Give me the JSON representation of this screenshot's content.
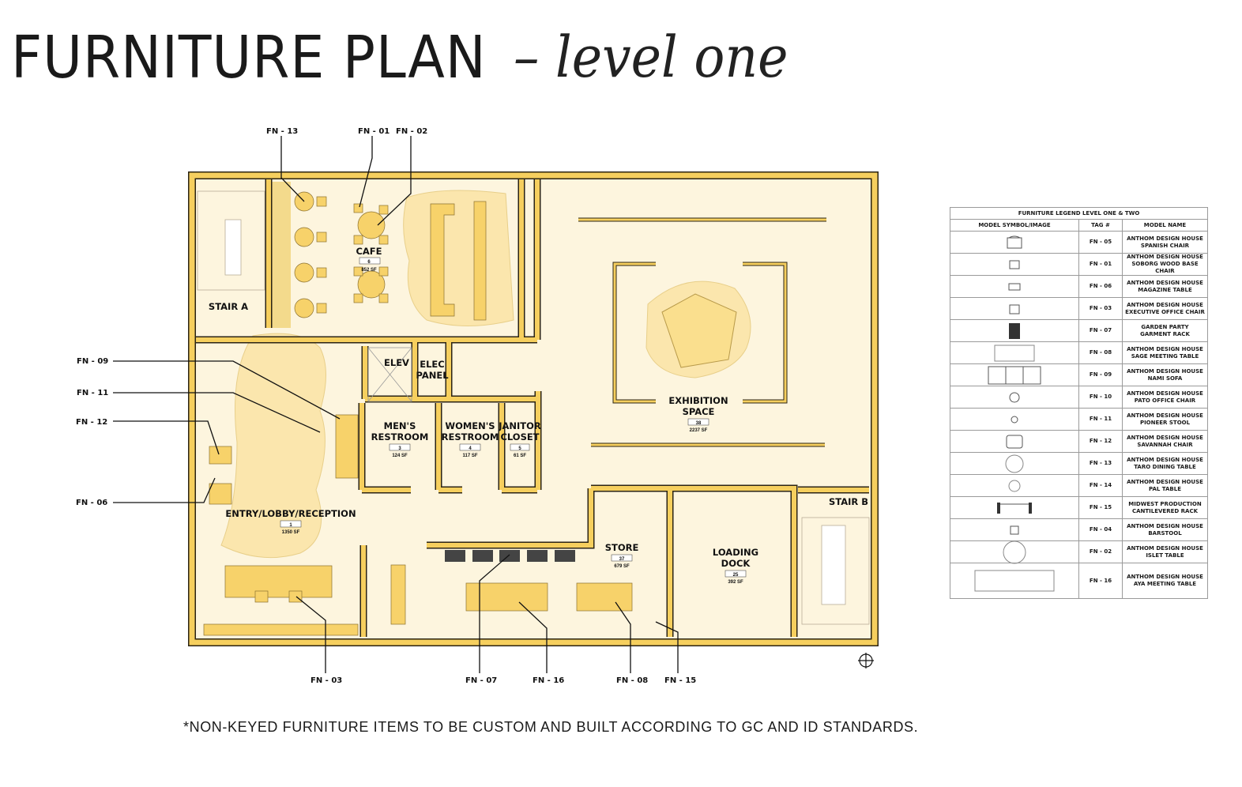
{
  "header": {
    "title": "FURNITURE PLAN",
    "subtitle": "– level one"
  },
  "footnote": "*NON-KEYED FURNITURE ITEMS TO BE CUSTOM AND BUILT ACCORDING TO GC AND ID STANDARDS.",
  "colors": {
    "wall": "#f6cf5e",
    "wall_outline": "#2b2414",
    "floor": "#fdf5de",
    "rug": "#fbe6ad",
    "furniture": "#f7d26a"
  },
  "rooms": {
    "stair_a": {
      "name": "STAIR A"
    },
    "stair_b": {
      "name": "STAIR B"
    },
    "cafe": {
      "name": "CAFE",
      "tag": "6",
      "area": "852 SF"
    },
    "elev": {
      "name": "ELEV"
    },
    "elec": {
      "name1": "ELEC",
      "name2": "PANEL"
    },
    "mens": {
      "name1": "MEN'S",
      "name2": "RESTROOM",
      "tag": "3",
      "area": "124 SF"
    },
    "womens": {
      "name1": "WOMEN'S",
      "name2": "RESTROOM",
      "tag": "4",
      "area": "117 SF"
    },
    "janitor": {
      "name1": "JANITOR",
      "name2": "CLOSET",
      "tag": "5",
      "area": "61 SF"
    },
    "exhibition": {
      "name1": "EXHIBITION",
      "name2": "SPACE",
      "tag": "38",
      "area": "2237 SF"
    },
    "entry": {
      "name": "ENTRY/LOBBY/RECEPTION",
      "tag": "1",
      "area": "1350 SF"
    },
    "store": {
      "name": "STORE",
      "tag": "37",
      "area": "679 SF"
    },
    "loading": {
      "name1": "LOADING",
      "name2": "DOCK",
      "tag": "25",
      "area": "392 SF"
    }
  },
  "callouts": {
    "fn13": "FN - 13",
    "fn01": "FN - 01",
    "fn02": "FN - 02",
    "fn09": "FN - 09",
    "fn11": "FN - 11",
    "fn12": "FN - 12",
    "fn06": "FN - 06",
    "fn03": "FN - 03",
    "fn07": "FN - 07",
    "fn16": "FN - 16",
    "fn08": "FN - 08",
    "fn15": "FN - 15"
  },
  "legend": {
    "title": "FURNITURE LEGEND LEVEL ONE & TWO",
    "headers": [
      "MODEL SYMBOL/IMAGE",
      "TAG #",
      "MODEL NAME"
    ],
    "rows": [
      {
        "symbol": "armchair-icon",
        "tag": "FN - 05",
        "name1": "ANTHOM DESIGN HOUSE",
        "name2": "SPANISH CHAIR"
      },
      {
        "symbol": "chair-icon",
        "tag": "FN - 01",
        "name1": "ANTHOM DESIGN HOUSE",
        "name2": "SOBORG WOOD BASE CHAIR"
      },
      {
        "symbol": "magazine-table-icon",
        "tag": "FN - 06",
        "name1": "ANTHOM DESIGN HOUSE",
        "name2": "MAGAZINE TABLE"
      },
      {
        "symbol": "office-chair-icon",
        "tag": "FN - 03",
        "name1": "ANTHOM DESIGN HOUSE",
        "name2": "EXECUTIVE OFFICE CHAIR"
      },
      {
        "symbol": "garment-rack-icon",
        "tag": "FN - 07",
        "name1": "GARDEN PARTY",
        "name2": "GARMENT RACK"
      },
      {
        "symbol": "meeting-table-icon",
        "tag": "FN - 08",
        "name1": "ANTHOM DESIGN HOUSE",
        "name2": "SAGE MEETING TABLE"
      },
      {
        "symbol": "sofa-icon",
        "tag": "FN - 09",
        "name1": "ANTHOM DESIGN HOUSE",
        "name2": "NAMI SOFA"
      },
      {
        "symbol": "swivel-chair-icon",
        "tag": "FN - 10",
        "name1": "ANTHOM DESIGN HOUSE",
        "name2": "PATO OFFICE CHAIR"
      },
      {
        "symbol": "stool-icon",
        "tag": "FN - 11",
        "name1": "ANTHOM DESIGN HOUSE",
        "name2": "PIONEER STOOL"
      },
      {
        "symbol": "lounge-chair-icon",
        "tag": "FN - 12",
        "name1": "ANTHOM DESIGN HOUSE",
        "name2": "SAVANNAH CHAIR"
      },
      {
        "symbol": "round-table-icon",
        "tag": "FN - 13",
        "name1": "ANTHOM DESIGN HOUSE",
        "name2": "TARO DINING TABLE"
      },
      {
        "symbol": "small-round-table-icon",
        "tag": "FN - 14",
        "name1": "ANTHOM DESIGN HOUSE",
        "name2": "PAL TABLE"
      },
      {
        "symbol": "cantilever-rack-icon",
        "tag": "FN - 15",
        "name1": "MIDWEST PRODUCTION",
        "name2": "CANTILEVERED RACK"
      },
      {
        "symbol": "barstool-icon",
        "tag": "FN - 04",
        "name1": "ANTHOM DESIGN HOUSE",
        "name2": "BARSTOOL"
      },
      {
        "symbol": "large-round-table-icon",
        "tag": "FN - 02",
        "name1": "ANTHOM DESIGN HOUSE",
        "name2": "ISLET TABLE"
      },
      {
        "symbol": "long-table-icon",
        "tag": "FN - 16",
        "name1": "ANTHOM DESIGN HOUSE",
        "name2": "AYA MEETING TABLE"
      }
    ]
  }
}
